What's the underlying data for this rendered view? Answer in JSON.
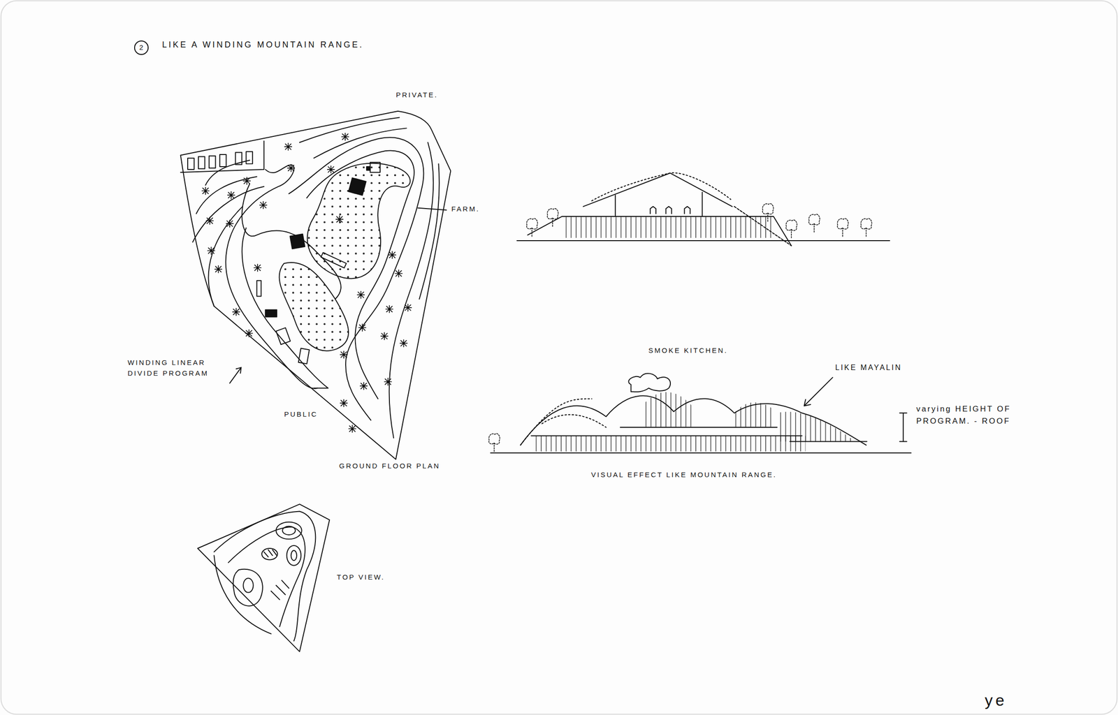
{
  "diagram": {
    "title": "LIKE A WINDING MOUNTAIN RANGE.",
    "labels": [
      "2",
      "PRIVATE.",
      "FARM.",
      "WINDING LINEAR DIVIDE PROGRAM",
      "PUBLIC",
      "GROUND FLOOR PLAN",
      "TOP VIEW.",
      "SMOKE KITCHEN.",
      "LIKE MAYALIN",
      "VISUAL EFFECT LIKE MOUNTAIN RANGE.",
      "varying HEIGHT OF PROGRAM. - ROOF",
      "ye"
    ]
  }
}
